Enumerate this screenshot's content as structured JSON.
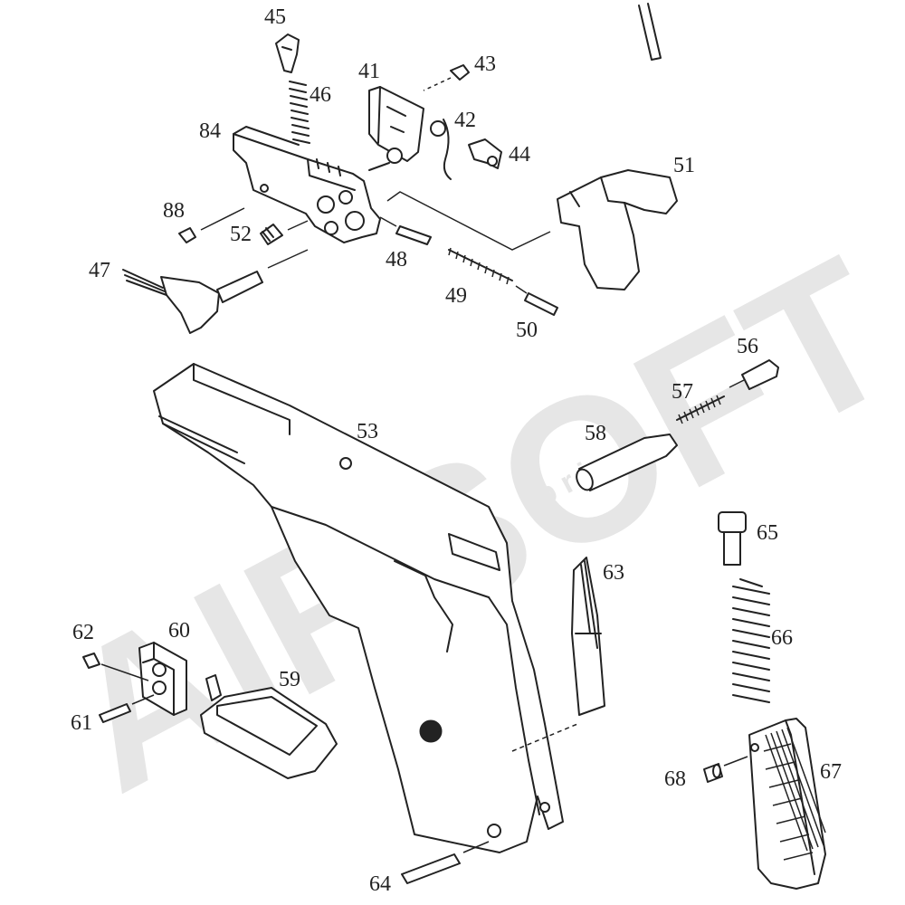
{
  "watermark": {
    "main": "AIRSOFT",
    "sub": "p r i z",
    "color": "#e6e6e6"
  },
  "labels": {
    "p41": "41",
    "p42": "42",
    "p43": "43",
    "p44": "44",
    "p45": "45",
    "p46": "46",
    "p47": "47",
    "p48": "48",
    "p49": "49",
    "p50": "50",
    "p51": "51",
    "p52": "52",
    "p53": "53",
    "p56": "56",
    "p57": "57",
    "p58": "58",
    "p59": "59",
    "p60": "60",
    "p61": "61",
    "p62": "62",
    "p63": "63",
    "p64": "64",
    "p65": "65",
    "p66": "66",
    "p67": "67",
    "p68": "68",
    "p84": "84",
    "p88": "88"
  }
}
